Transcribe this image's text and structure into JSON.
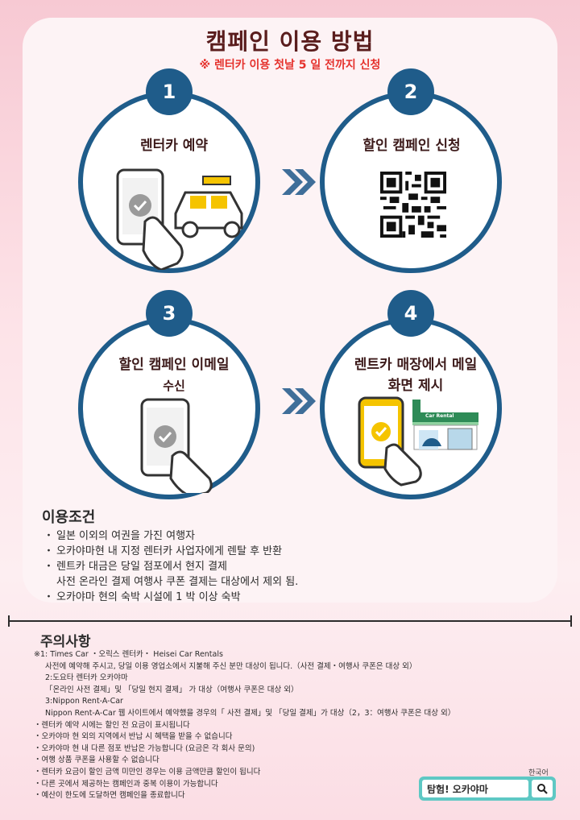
{
  "header": {
    "title": "캠페인 이용 방법",
    "subtitle": "※ 렌터카 이용 첫날 5 일 전까지 신청"
  },
  "steps": [
    {
      "number": "1",
      "label": "렌터카 예약",
      "icon": "phone-and-car-icon"
    },
    {
      "number": "2",
      "label": "할인 캠페인 신청",
      "icon": "qr-code-icon"
    },
    {
      "number": "3",
      "label_line1": "할인 캠페인 이메일",
      "label_line2": "수신",
      "icon": "phone-check-icon"
    },
    {
      "number": "4",
      "label_line1": "렌트카 매장에서 메일",
      "label_line2": "화면 제시",
      "icon": "phone-and-store-icon",
      "store_sign": "Car Rental"
    }
  ],
  "conditions": {
    "title": "이용조건",
    "items": [
      "일본 이외의 여권을 가진 여행자",
      "오카야마현 내 지정 렌터카 사업자에게 렌탈 후 반환",
      "렌트카 대금은 당일 점포에서 현지 결제",
      "오카야마 현의 숙박 시설에 1 박 이상 숙박"
    ],
    "item3_continuation": "사전 온라인 결제 여행사 쿠폰 결제는 대상에서 제외 됨."
  },
  "notes": {
    "title": "주의사항",
    "lines": [
      "※1: Times Car ・오릭스 렌터카・ Heisei Car Rentals",
      "사전에 예약해 주시고, 당일 이용 영업소에서 지불해 주신 분만 대상이 됩니다.（사전 결제・여행사 쿠폰은 대상 외）",
      "2:도요타 렌터카 오카야마",
      "「온라인 사전 결제」및 「당일 현지 결제」 가 대상（여행사 쿠폰은 대상 외）",
      "3:Nippon Rent-A-Car",
      "Nippon Rent-A-Car 웹 사이트에서 예약했을 경우의「 사전 결제」및 「당일 결제」가 대상（2，3：여행사 쿠폰은 대상 외）",
      "・렌터카 예약 시에는 할인 전 요금이 표시됩니다",
      "・오카야마 현 외의 지역에서 반납 시 혜택을 받을 수 없습니다",
      "・오카야마 현 내 다른 점포 반납은 가능합니다 (요금은 각 회사 문의)",
      "・여행 상품 쿠폰을 사용할 수 없습니다",
      "・렌터카 요금이 할인 금액 미만인 경우는 이용 금액만큼 할인이 됩니다",
      "・다른 곳에서 제공하는 캠페인과 중복 이용이 가능합니다",
      "・예산이 한도에 도달하면 캠페인을 종료합니다"
    ]
  },
  "footer": {
    "language": "한국어",
    "search_text": "탐험! 오카야마",
    "search_icon": "magnifier-icon"
  },
  "colors": {
    "accent_blue": "#1f5c8a",
    "title_brown": "#5a1d1d",
    "warning_red": "#e5322d",
    "search_teal": "#5ec8c4"
  }
}
